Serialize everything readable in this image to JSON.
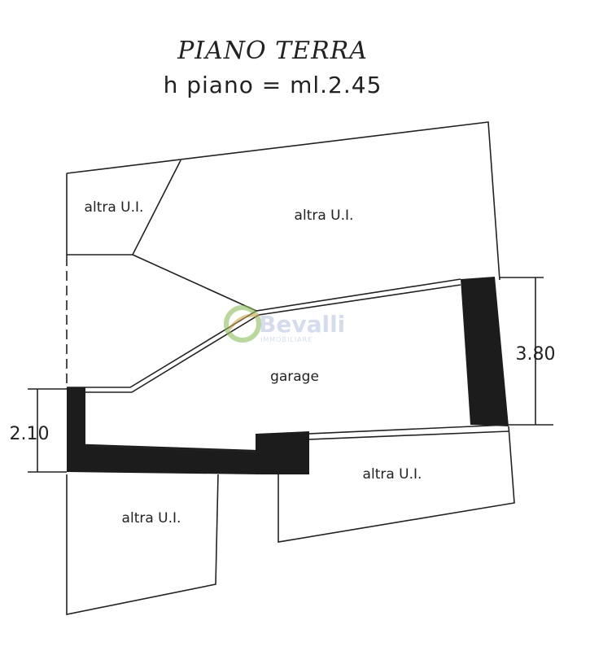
{
  "header": {
    "title": "PIANO TERRA",
    "subtitle": "h piano = ml.2.45"
  },
  "rooms": {
    "altra_ui_top_left": "altra U.I.",
    "altra_ui_top_right": "altra U.I.",
    "garage": "garage",
    "altra_ui_bottom_left": "altra U.I.",
    "altra_ui_bottom_right": "altra U.I."
  },
  "dimensions": {
    "right_height": "3.80",
    "left_height": "2.10"
  },
  "watermark": {
    "brand": "Bevalli",
    "tagline": "IMMOBILIARE"
  }
}
